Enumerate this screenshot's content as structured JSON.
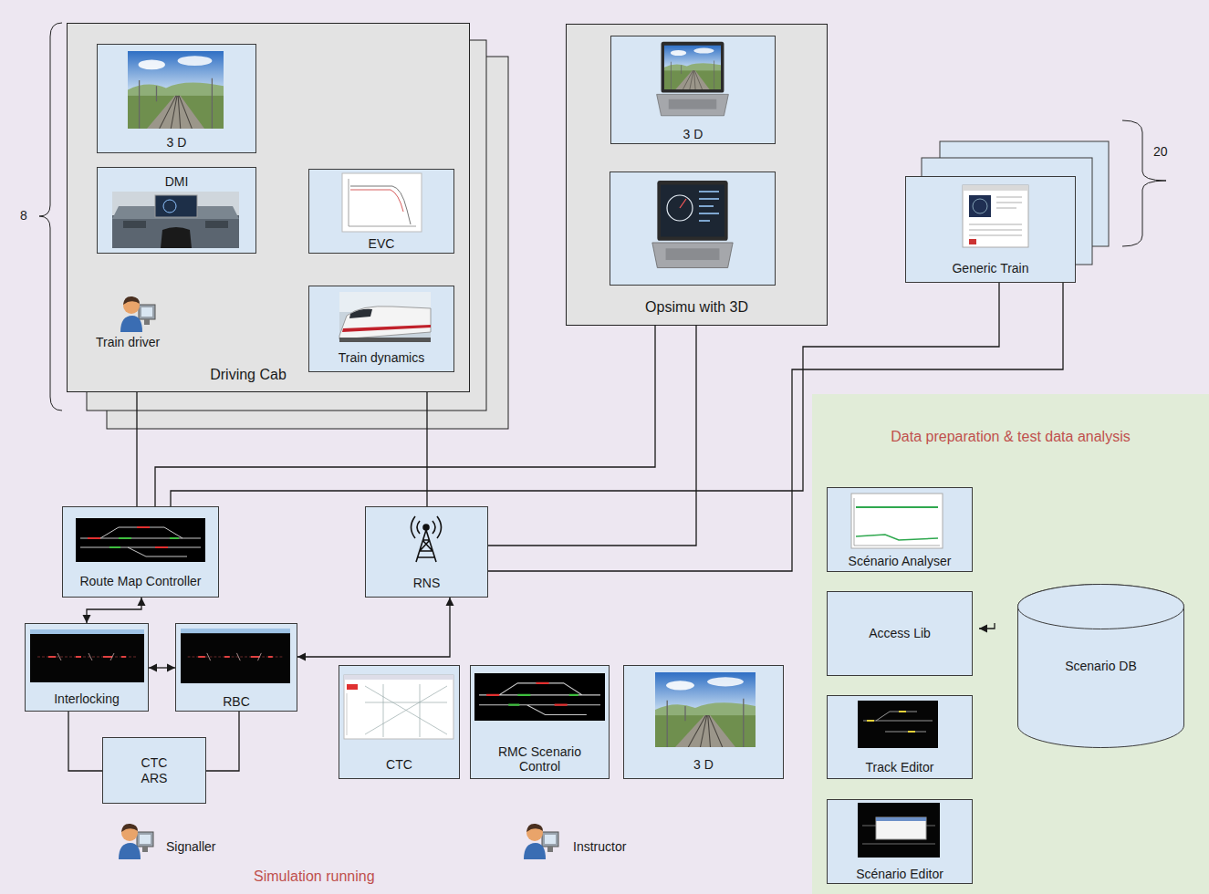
{
  "diagram": {
    "nodes": [
      {
        "text": [
          "Driving Cab"
        ]
      },
      {
        "text": [
          "3 D"
        ],
        "in": 0
      },
      {
        "text": [
          "DMI"
        ],
        "in": 0
      },
      {
        "text": [
          "EVC"
        ],
        "in": 0
      },
      {
        "text": [
          "Train dynamics"
        ],
        "in": 0
      },
      {
        "text": [
          "Opsimu with 3D"
        ]
      },
      {
        "text": [
          "3 D"
        ],
        "in": 5
      },
      {
        "text": [
          "Generic Train"
        ]
      },
      {
        "text": [
          "Route Map Controller"
        ]
      },
      {
        "text": [
          "RNS"
        ]
      },
      {
        "text": [
          "Interlocking"
        ]
      },
      {
        "text": [
          "RBC"
        ]
      },
      {
        "text": [
          "CTC ARS"
        ]
      },
      {
        "text": [
          "CTC"
        ]
      },
      {
        "text": [
          "RMC Scenario Control"
        ]
      },
      {
        "text": [
          "3 D"
        ]
      },
      {
        "text": [
          "Data preparation & test data analysis"
        ]
      },
      {
        "text": [
          "Scénario Analyser"
        ],
        "in": 16
      },
      {
        "text": [
          "Access Lib"
        ],
        "in": 16
      },
      {
        "text": [
          "Track Editor"
        ],
        "in": 16
      },
      {
        "text": [
          "Scénario Editor"
        ],
        "in": 16
      },
      {
        "text": [
          "Scenario DB"
        ],
        "in": 16
      }
    ],
    "edges": [
      {
        "from": 2,
        "to": 4,
        "arrow": "to"
      },
      {
        "from": 3,
        "to": 4,
        "arrow": "both"
      },
      {
        "from": 0,
        "to": 8,
        "arrow": "none"
      },
      {
        "from": 0,
        "to": 9,
        "arrow": "none"
      },
      {
        "from": 5,
        "to": 8,
        "arrow": "none"
      },
      {
        "from": 5,
        "to": 9,
        "arrow": "none"
      },
      {
        "from": 7,
        "to": 8,
        "arrow": "none"
      },
      {
        "from": 7,
        "to": 9,
        "arrow": "none"
      },
      {
        "from": 8,
        "to": 10,
        "arrow": "both"
      },
      {
        "from": 10,
        "to": 11,
        "arrow": "both"
      },
      {
        "from": 11,
        "to": 9,
        "arrow": "both"
      },
      {
        "from": 10,
        "to": 12,
        "arrow": "none"
      },
      {
        "from": 11,
        "to": 12,
        "arrow": "none"
      },
      {
        "from": 21,
        "to": 17,
        "arrow": "to"
      },
      {
        "from": 19,
        "to": 21,
        "arrow": "both"
      },
      {
        "from": 20,
        "to": 21,
        "arrow": "both"
      }
    ],
    "labels": [
      "8",
      "20",
      "Train driver",
      "Signaller",
      "Instructor",
      "Simulation running"
    ]
  }
}
